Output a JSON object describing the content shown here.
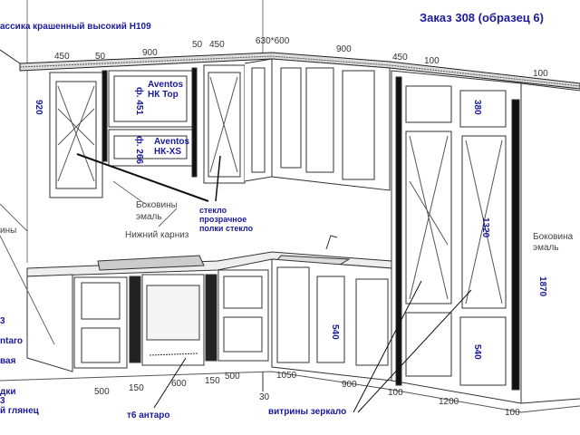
{
  "title": "Заказ 308 (образец 6)",
  "colors": {
    "label_blue": "#1a1a9c",
    "line": "#333333"
  },
  "labels": {
    "cornice": "ассика крашенный высокий Н109",
    "aventos_top_size": "ф. 451",
    "aventos_top": [
      "Aventos",
      "НК Top"
    ],
    "aventos_xs_size": "ф. 266",
    "aventos_xs": [
      "Aventos",
      "НК-XS"
    ],
    "sides_enamel": [
      "Боковины",
      "эмаль"
    ],
    "lower_cornice": "Нижний карниз",
    "glass": [
      "стекло",
      "прозрачное",
      "полки стекло"
    ],
    "side_enamel_right": [
      "Боковина",
      "эмаль"
    ],
    "left_partial": [
      "ины",
      "3",
      "ntaro",
      "вая",
      "дки",
      "3",
      "й глянец"
    ],
    "handles": "т6 антаро",
    "showcase": "витрины зеркало"
  },
  "dimensions": {
    "top": [
      "450",
      "50",
      "900",
      "50",
      "450",
      "630*600",
      "900",
      "450",
      "100",
      "100"
    ],
    "heights": {
      "upper": "920",
      "tall_top": "380",
      "tall_glass": "1320",
      "tall_total": "1870",
      "base_door_1": "540",
      "base_door_2": "540"
    },
    "bottom": [
      "500",
      "150",
      "600",
      "150",
      "500",
      "30",
      "1050",
      "900",
      "100",
      "1200",
      "100"
    ]
  }
}
